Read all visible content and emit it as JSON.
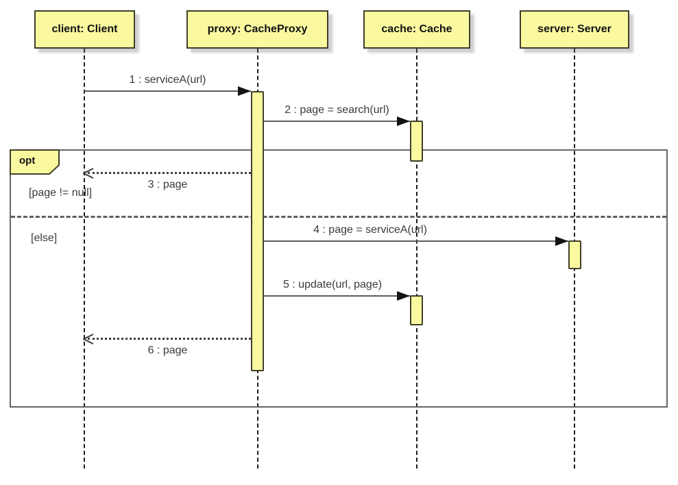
{
  "diagram": {
    "type": "uml-sequence-diagram",
    "lifelines": [
      {
        "id": "client",
        "label": "client: Client"
      },
      {
        "id": "proxy",
        "label": "proxy: CacheProxy"
      },
      {
        "id": "cache",
        "label": "cache: Cache"
      },
      {
        "id": "server",
        "label": "server: Server"
      }
    ],
    "messages": [
      {
        "seq": 1,
        "label": "1 : serviceA(url)",
        "from": "client",
        "to": "proxy",
        "kind": "call"
      },
      {
        "seq": 2,
        "label": "2 : page = search(url)",
        "from": "proxy",
        "to": "cache",
        "kind": "call"
      },
      {
        "seq": 3,
        "label": "3 : page",
        "from": "proxy",
        "to": "client",
        "kind": "return"
      },
      {
        "seq": 4,
        "label": "4 : page = serviceA(url)",
        "from": "proxy",
        "to": "server",
        "kind": "call"
      },
      {
        "seq": 5,
        "label": "5 : update(url, page)",
        "from": "proxy",
        "to": "cache",
        "kind": "call"
      },
      {
        "seq": 6,
        "label": "6 : page",
        "from": "proxy",
        "to": "client",
        "kind": "return"
      }
    ],
    "fragment": {
      "operator": "opt",
      "guards": [
        {
          "label": "[page != null]"
        },
        {
          "label": "[else]"
        }
      ]
    },
    "colors": {
      "shape_fill": "#fbf9a0",
      "shape_border": "#3f3f2a",
      "message_line": "#5c5c5c",
      "fragment_border": "#666666",
      "arrowhead": "#141414",
      "text": "#3a3a3a",
      "background": "#ffffff"
    }
  }
}
